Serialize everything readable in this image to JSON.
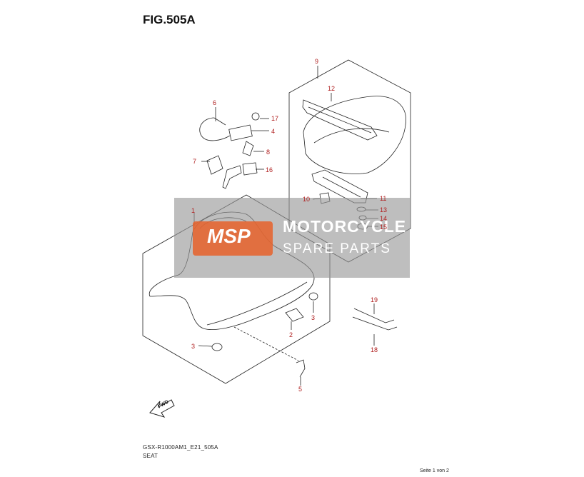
{
  "figure": {
    "title": "FIG.505A",
    "model_code": "GSX-R1000AM1_E21_505A",
    "subtitle": "SEAT",
    "page_info": "Seite 1 von 2"
  },
  "watermark": {
    "logo": "MSP",
    "line1": "MOTORCYCLE",
    "line2": "SPARE PARTS"
  },
  "callouts": [
    {
      "id": "c1",
      "label": "1"
    },
    {
      "id": "c2",
      "label": "2"
    },
    {
      "id": "c3a",
      "label": "3"
    },
    {
      "id": "c3b",
      "label": "3"
    },
    {
      "id": "c4",
      "label": "4"
    },
    {
      "id": "c5",
      "label": "5"
    },
    {
      "id": "c6",
      "label": "6"
    },
    {
      "id": "c7",
      "label": "7"
    },
    {
      "id": "c8",
      "label": "8"
    },
    {
      "id": "c9",
      "label": "9"
    },
    {
      "id": "c10",
      "label": "10"
    },
    {
      "id": "c11",
      "label": "11"
    },
    {
      "id": "c12",
      "label": "12"
    },
    {
      "id": "c13",
      "label": "13"
    },
    {
      "id": "c14",
      "label": "14"
    },
    {
      "id": "c15",
      "label": "15"
    },
    {
      "id": "c16",
      "label": "16"
    },
    {
      "id": "c17",
      "label": "17"
    },
    {
      "id": "c18",
      "label": "18"
    },
    {
      "id": "c19",
      "label": "19"
    }
  ],
  "direction_label": "FWD",
  "colors": {
    "line": "#222222",
    "callout": "#b02020",
    "watermark_bg": "#999999",
    "watermark_logo": "#e8622a"
  }
}
